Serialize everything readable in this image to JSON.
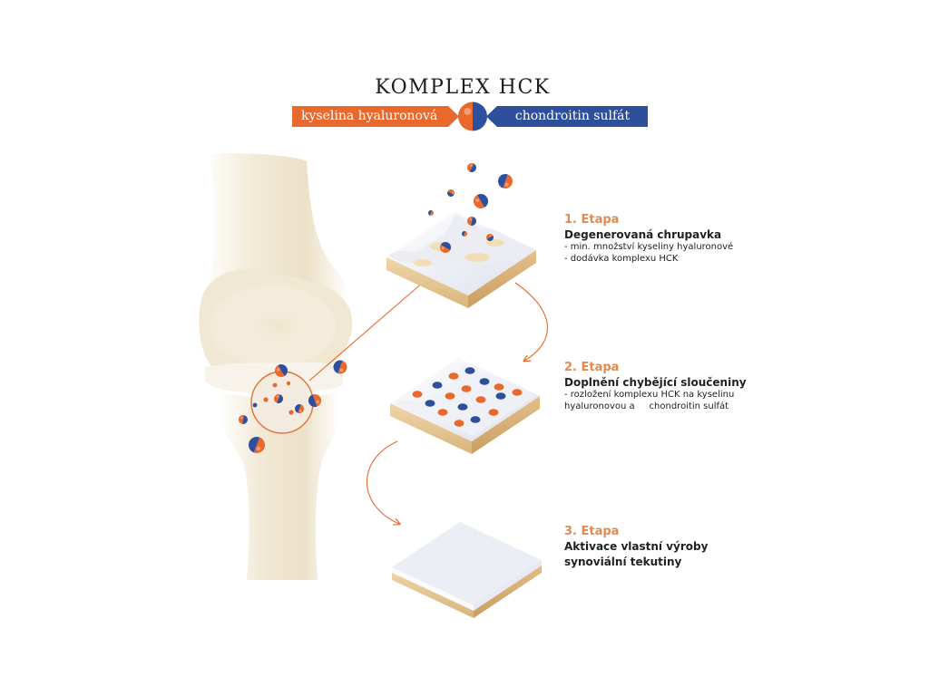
{
  "title": "KOMPLEX HCK",
  "components": {
    "left_label": "kyselina hyaluronová",
    "right_label": "chondroitin sulfát"
  },
  "colors": {
    "orange": "#e8692b",
    "blue": "#2e4f9c",
    "stage_title": "#e48a4f",
    "bone": "#eee5d0",
    "cartilage_white": "#f3f4f8",
    "cartilage_base": "#e7c897"
  },
  "stages": [
    {
      "title": "1. Etapa",
      "heading": "Degenerovaná chrupavka",
      "lines": [
        "- min. množství kyseliny hyaluronové",
        "- dodávka komplexu HCK"
      ]
    },
    {
      "title": "2. Etapa",
      "heading": "Doplnění chybějící sloučeniny",
      "lines": [
        "- rozložení komplexu HCK na kyselinu",
        "hyaluronovou a     chondroitin sulfát"
      ]
    },
    {
      "title": "3. Etapa",
      "heading": "Aktivace vlastní výroby",
      "heading2": "synoviální tekutiny",
      "lines": []
    }
  ]
}
